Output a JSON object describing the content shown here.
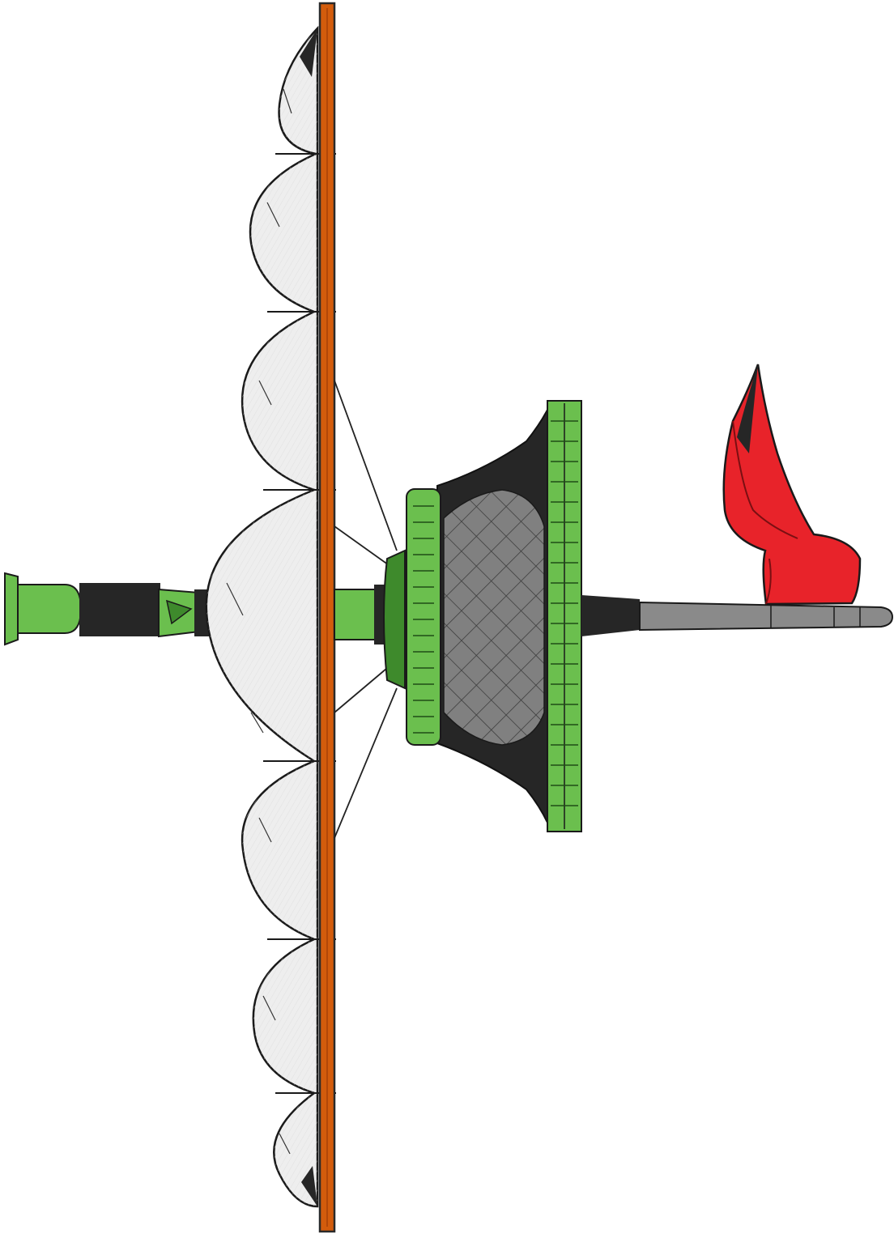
{
  "illustration": {
    "subject": "mast-with-sail-crows-nest-and-flag",
    "orientation": "rotated-90deg",
    "style": "hand-sketched",
    "colors": {
      "mast": "#d35c0c",
      "mast_outline": "#2a2a2a",
      "sail": "#eeeeee",
      "sail_outline": "#1a1a1a",
      "green": "#6bbf4e",
      "green_dark": "#3e8a2c",
      "dark": "#262626",
      "net": "#808080",
      "pole": "#8a8a8a",
      "flag": "#e8232a",
      "flag_dark": "#7a0f12",
      "rope": "#222222"
    },
    "parts": [
      {
        "name": "mast",
        "icon": "mast-pole"
      },
      {
        "name": "sail",
        "icon": "sail-billows"
      },
      {
        "name": "rigging",
        "icon": "rope-lines"
      },
      {
        "name": "crows-nest",
        "icon": "basket-lookout"
      },
      {
        "name": "finial",
        "icon": "green-finial"
      },
      {
        "name": "flagpole",
        "icon": "flag-staff"
      },
      {
        "name": "flag",
        "icon": "pennant-flag"
      }
    ]
  }
}
